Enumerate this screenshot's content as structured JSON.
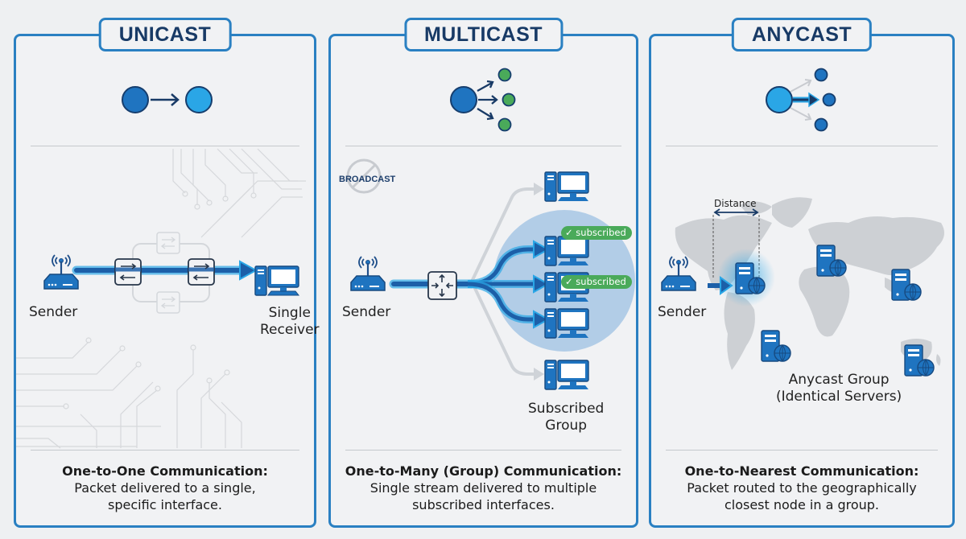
{
  "panels": {
    "unicast": {
      "title": "UNICAST",
      "sender_label": "Sender",
      "receiver_label_line1": "Single",
      "receiver_label_line2": "Receiver",
      "description_head": "One-to-One Communication:",
      "description_line1": "Packet delivered to a single,",
      "description_line2": "specific interface."
    },
    "multicast": {
      "title": "MULTICAST",
      "sender_label": "Sender",
      "broadcast_label": "BROADCAST",
      "badge_1": "subscribed",
      "badge_2": "subscribed",
      "group_label_line1": "Subscribed",
      "group_label_line2": "Group",
      "description_head": "One-to-Many (Group) Communication:",
      "description_line1": "Single stream delivered to multiple",
      "description_line2": "subscribed interfaces."
    },
    "anycast": {
      "title": "ANYCAST",
      "sender_label": "Sender",
      "distance_label": "Distance",
      "group_label_line1": "Anycast Group",
      "group_label_line2": "(Identical Servers)",
      "description_head": "One-to-Nearest Communication:",
      "description_line1": "Packet routed to the geographically",
      "description_line2": "closest node in a group."
    }
  },
  "colors": {
    "border": "#2a80c2",
    "title_text": "#183a66",
    "node_dark": "#1f74c0",
    "node_light": "#2aa6e6",
    "node_green": "#4aaa5a",
    "stream": "#1c5fa8",
    "badge": "#4aaa5a"
  }
}
